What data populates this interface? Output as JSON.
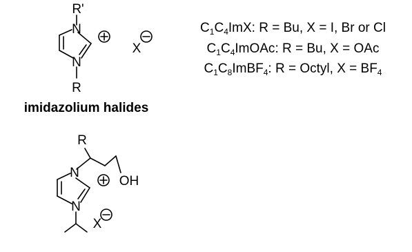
{
  "structure1": {
    "atom_n_top": "N",
    "atom_n_bottom": "N",
    "sub_top": "R'",
    "sub_bottom": "R",
    "charge_plus": "+",
    "anion": "X",
    "charge_minus": "−",
    "caption": "imidazolium halides"
  },
  "legend": [
    {
      "c1": "1",
      "c2": "4",
      "name": "ImX",
      "rest": ": R = Bu, X = I, Br or Cl"
    },
    {
      "c1": "1",
      "c2": "4",
      "name": "ImOAc",
      "rest": ": R = Bu, X = OAc"
    },
    {
      "c1": "1",
      "c2": "8",
      "name": "ImBF",
      "anion_sub": "4",
      "rest": ": R = Octyl, X = BF",
      "rest_sub": "4"
    }
  ],
  "structure2": {
    "atom_n_top": "N",
    "atom_n_bottom": "N",
    "sub_r": "R",
    "hydroxyl": "OH",
    "charge_plus": "+",
    "anion": "X",
    "charge_minus": "−"
  }
}
